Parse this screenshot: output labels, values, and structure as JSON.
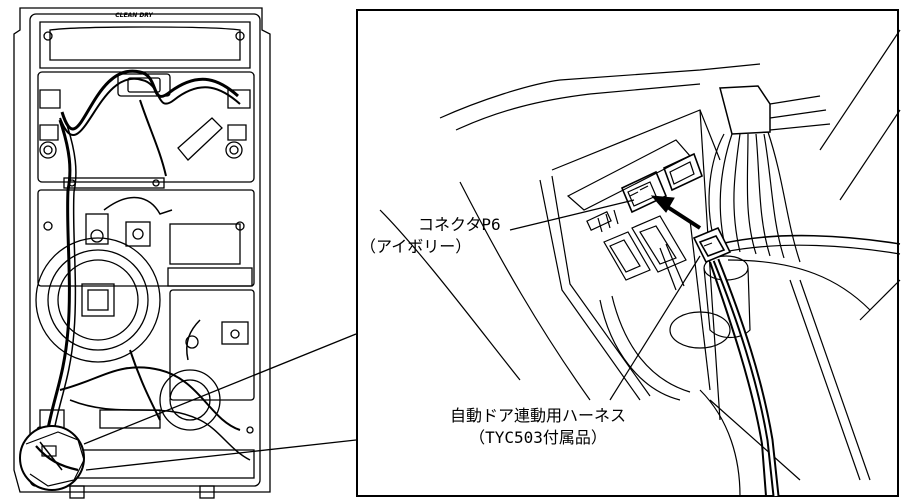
{
  "device": {
    "brand": "CLEAN DRY"
  },
  "callouts": {
    "connector_label_line1": "コネクタP6",
    "connector_label_line2": "（アイボリー）",
    "harness_label_line1": "自動ドア連動用ハーネス",
    "harness_label_line2": "（TYC503付属品）"
  }
}
